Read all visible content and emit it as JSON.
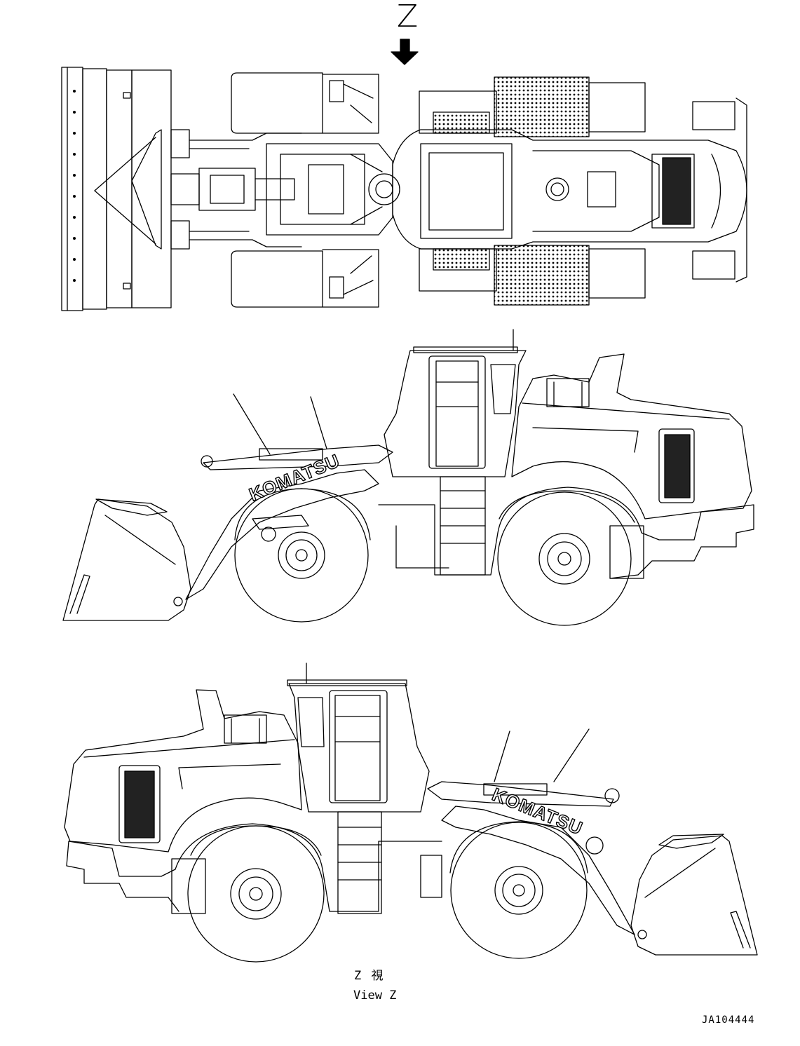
{
  "view_marker": {
    "letter": "Z"
  },
  "brand_decal": {
    "text": "KOMATSU"
  },
  "caption": {
    "jp": "Z 視",
    "en": "View Z"
  },
  "drawing_number": "JA104444"
}
